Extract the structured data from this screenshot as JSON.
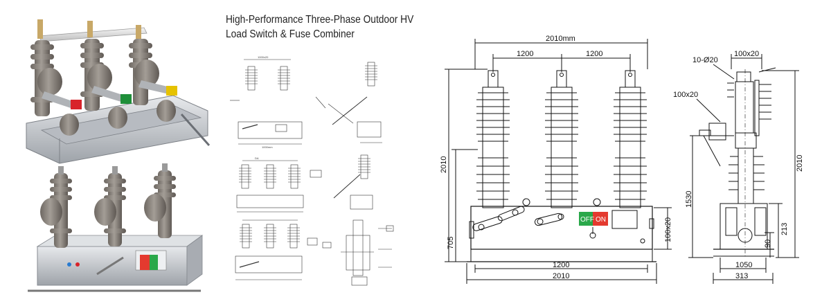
{
  "title": {
    "line1": "High-Performance Three-Phase Outdoor HV",
    "line2": "Load Switch & Fuse Combiner"
  },
  "front_view": {
    "overall_width": "2010mm",
    "pole_spacing_left": "1200",
    "pole_spacing_right": "1200",
    "height_label": "2010",
    "base_height": "705",
    "box_height": "100x20",
    "base_width": "1200",
    "bottom_width": "2010",
    "off_label": "OFF",
    "on_label": "ON"
  },
  "side_view": {
    "top_width": "100x20",
    "bolt_label": "10-Ø20",
    "bracket_label": "100x20",
    "height_right": "2010",
    "height_left": "1530",
    "dim_213": "213",
    "dim_90": "90",
    "dim_1050": "1050",
    "dim_313": "313"
  },
  "small_drawings": {
    "top_dims": [
      "1000x20",
      "1000mm"
    ],
    "mid_dims": [
      "DA"
    ]
  },
  "colors": {
    "porcelain": "#8a837d",
    "steel": "#c9ccd0",
    "handle_red": "#d8232a",
    "handle_green": "#1f8f3a",
    "handle_yellow": "#e6c200",
    "off_green": "#2aa84a",
    "on_red": "#e43a2f"
  }
}
